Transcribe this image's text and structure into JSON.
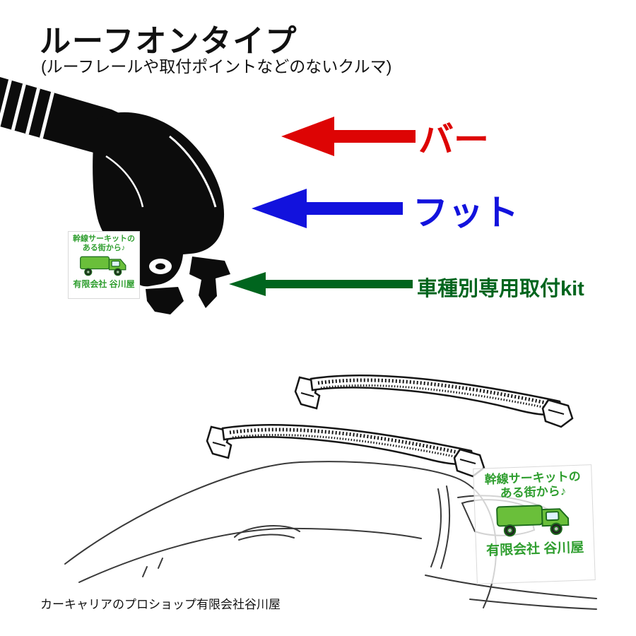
{
  "header": {
    "title": "ルーフオンタイプ",
    "subtitle": "(ルーフレールや取付ポイントなどのないクルマ)"
  },
  "diagram": {
    "labels": {
      "bar": {
        "text": "バー",
        "color": "#dd0404"
      },
      "foot": {
        "text": "フット",
        "color": "#1212dd"
      },
      "kit": {
        "text": "車種別専用取付kit",
        "color": "#00651e"
      }
    }
  },
  "watermark": {
    "line1": "幹線サーキットの",
    "line2": "ある街から♪",
    "company": "有限会社 谷川屋",
    "accent_color": "#2f9e2f"
  },
  "footer": {
    "text": "カーキャリアのプロショップ有限会社谷川屋"
  }
}
